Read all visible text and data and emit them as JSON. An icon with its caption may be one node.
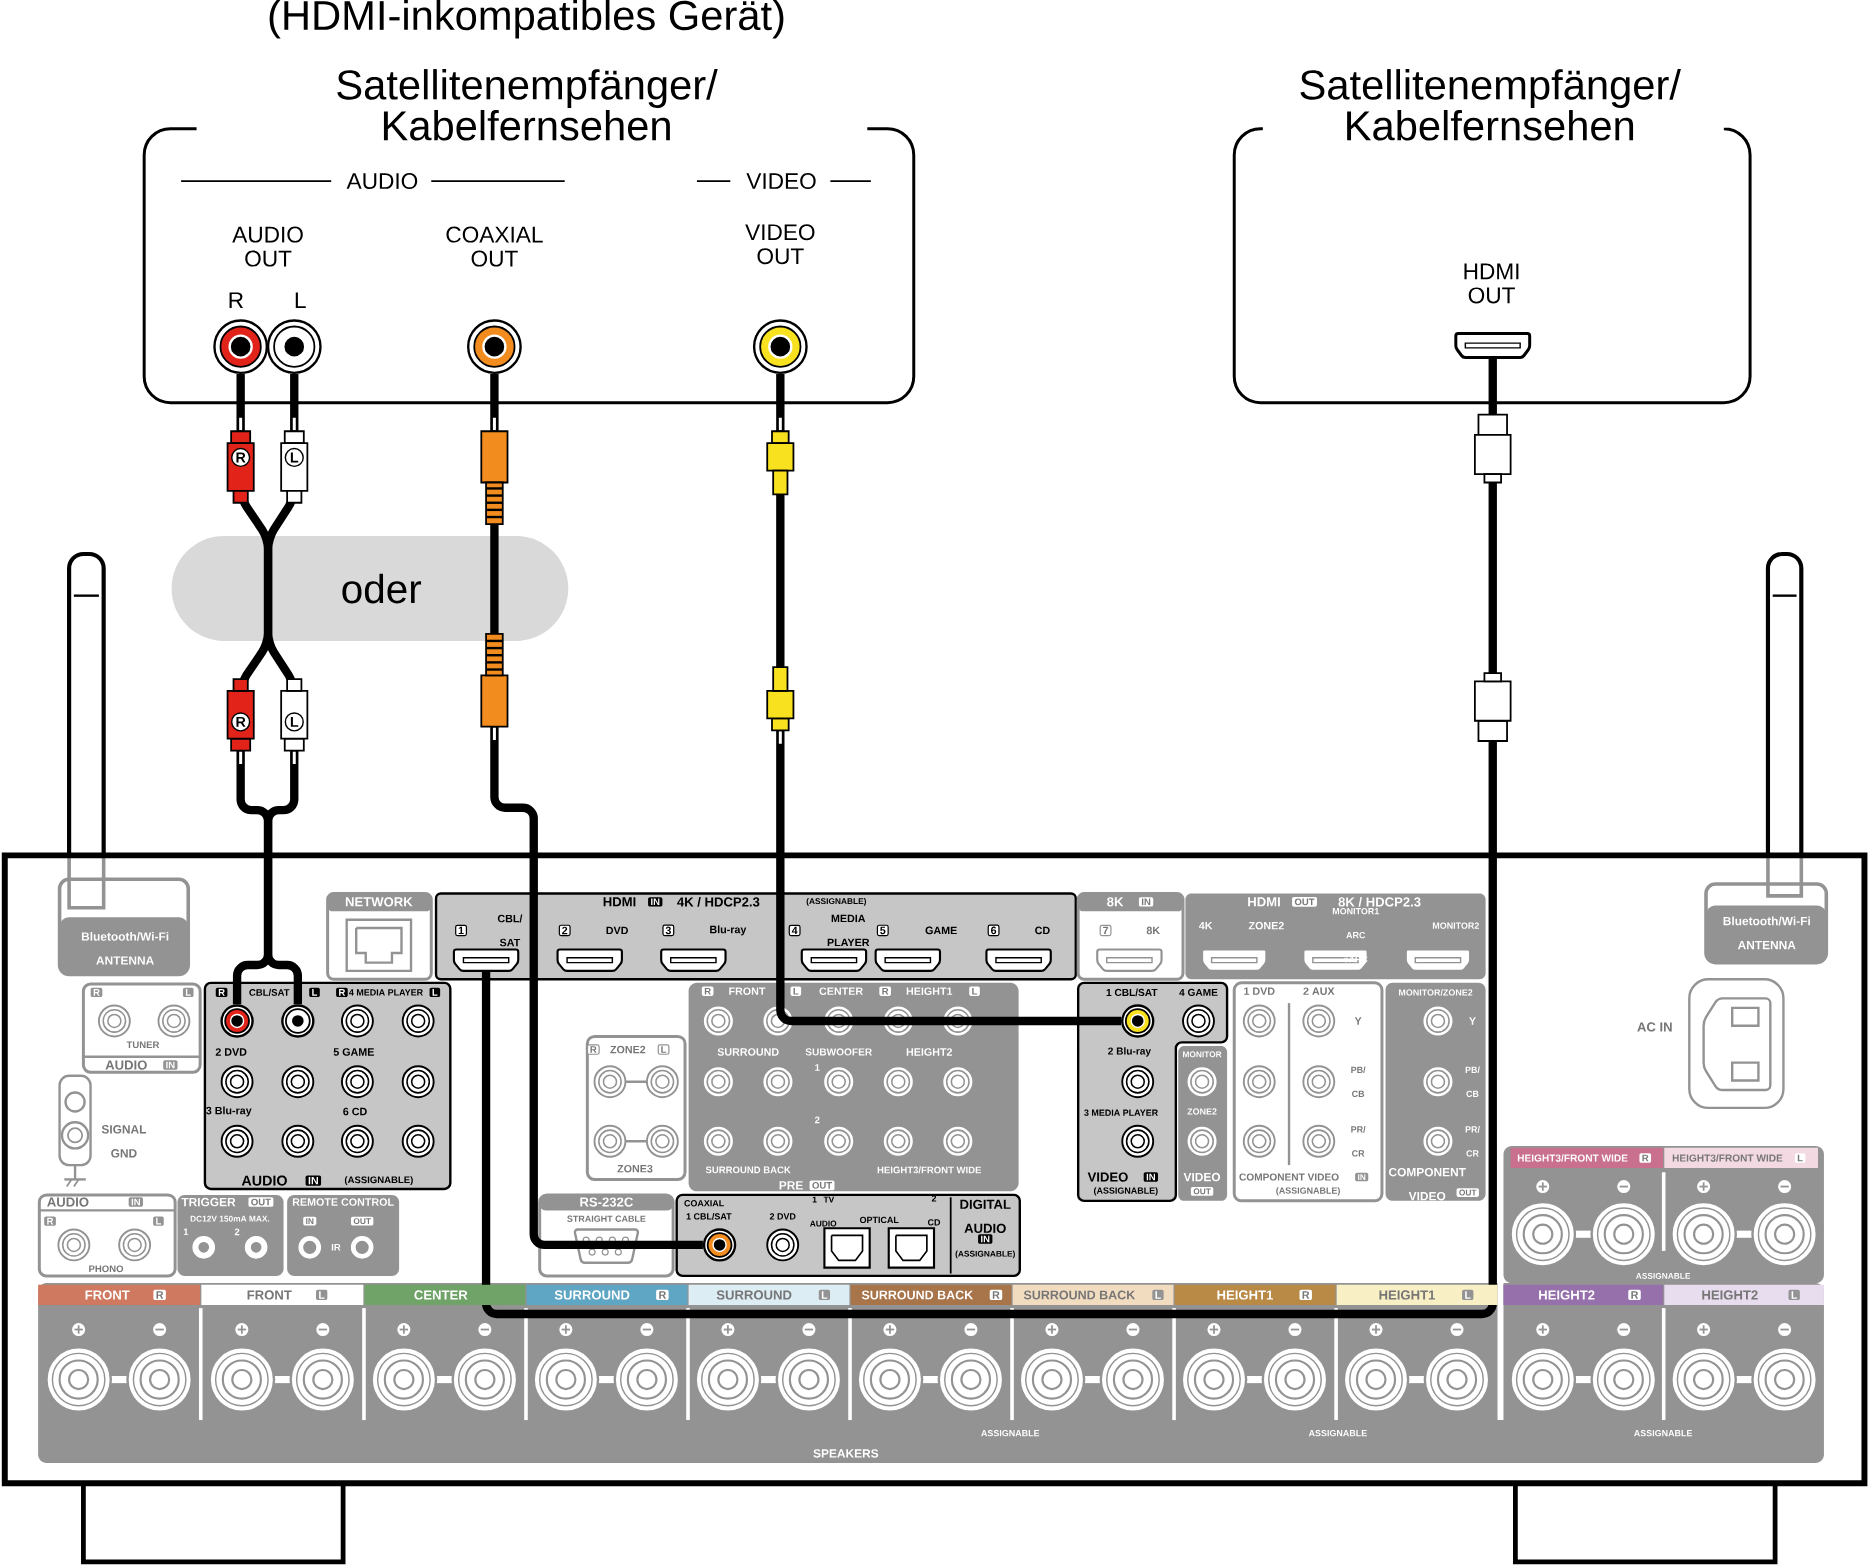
{
  "diagram": {
    "nodes": [
      {
        "text": [
          "(HDMI-inkompatibles Gerät)",
          "Satellitenempfänger/ Kabelfernsehen"
        ]
      },
      {
        "text": [],
        "shape": "circle",
        "in": 0
      },
      {
        "text": [],
        "shape": "circle",
        "in": 0
      },
      {
        "text": [],
        "shape": "circle",
        "in": 0,
        "beside": [
          "COAXIAL OUT"
        ]
      },
      {
        "text": [],
        "shape": "circle",
        "in": 0,
        "beside": [
          "VIDEO OUT"
        ]
      },
      {
        "text": [
          "Satellitenempfänger/ Kabelfernsehen"
        ]
      },
      {
        "text": [],
        "shape": "box",
        "in": 5,
        "beside": [
          "HDMI OUT"
        ]
      },
      {
        "text": [
          "oder"
        ]
      },
      {
        "text": [],
        "shape": "picture"
      },
      {
        "text": [],
        "shape": "circle",
        "in": 8
      },
      {
        "text": [],
        "shape": "circle",
        "in": 8
      },
      {
        "text": [],
        "shape": "box",
        "in": 8,
        "beside": [
          "CBL/ SAT"
        ]
      },
      {
        "text": [],
        "shape": "circle",
        "in": 8,
        "beside": [
          "1 CBL/SAT"
        ]
      },
      {
        "text": [],
        "shape": "circle",
        "in": 8
      },
      {
        "text": [],
        "shape": "box",
        "in": 8
      },
      {
        "text": [],
        "shape": "box",
        "in": 8
      },
      {
        "text": [],
        "shape": "box",
        "in": 8
      },
      {
        "text": [],
        "shape": "box",
        "in": 8
      },
      {
        "text": [],
        "shape": "box",
        "in": 8
      },
      {
        "text": [],
        "shape": "circle",
        "in": 8
      },
      {
        "text": [],
        "shape": "circle",
        "in": 8
      },
      {
        "text": [],
        "shape": "circle",
        "in": 8
      },
      {
        "text": [],
        "shape": "circle",
        "in": 8
      },
      {
        "text": [],
        "shape": "circle",
        "in": 8
      },
      {
        "text": [],
        "shape": "circle",
        "in": 8
      },
      {
        "text": [],
        "shape": "circle",
        "in": 8
      },
      {
        "text": [],
        "shape": "circle",
        "in": 8
      },
      {
        "text": [],
        "shape": "circle",
        "in": 8
      },
      {
        "text": [],
        "shape": "circle",
        "in": 8
      },
      {
        "text": [],
        "shape": "circle",
        "in": 8
      },
      {
        "text": [],
        "shape": "box",
        "in": 8
      },
      {
        "text": [],
        "shape": "box",
        "in": 8
      },
      {
        "text": [],
        "shape": "circle",
        "in": 8
      },
      {
        "text": [],
        "shape": "circle",
        "in": 8
      },
      {
        "text": [],
        "shape": "circle",
        "in": 8
      }
    ],
    "edges": [
      {
        "from": 1,
        "to": 9,
        "arrow": "none"
      },
      {
        "from": 2,
        "to": 10,
        "arrow": "none"
      },
      {
        "from": 3,
        "to": 13,
        "arrow": "none"
      },
      {
        "from": 4,
        "to": 12,
        "arrow": "none"
      },
      {
        "from": 6,
        "to": 11,
        "arrow": "none"
      }
    ],
    "labels": [
      "AUDIO",
      "VIDEO",
      "AUDIO OUT",
      "R",
      "L",
      "R",
      "L",
      "R",
      "L",
      "Bluetooth/Wi-Fi ANTENNA",
      "NETWORK",
      "HDMI",
      "IN",
      "4K / HDCP2.3",
      "(ASSIGNABLE)",
      "1",
      "2",
      "DVD",
      "3",
      "Blu-ray",
      "4",
      "MEDIA PLAYER",
      "5",
      "GAME",
      "6",
      "CD",
      "8K",
      "IN",
      "7",
      "8K",
      "HDMI",
      "OUT",
      "8K / HDCP2.3",
      "4K",
      "ZONE2",
      "MONITOR1 ARC eARC",
      "MONITOR2",
      "R",
      "CBL/SAT",
      "L",
      "R",
      "4 MEDIA PLAYER",
      "L",
      "2 DVD",
      "5 GAME",
      "3 Blu-ray",
      "6 CD",
      "AUDIO",
      "IN",
      "(ASSIGNABLE)",
      "R",
      "L",
      "TUNER",
      "AUDIO",
      "IN",
      "SIGNAL GND",
      "AUDIO",
      "IN",
      "R",
      "L",
      "PHONO",
      "TRIGGER",
      "OUT",
      "DC12V 150mA MAX.",
      "1",
      "2",
      "REMOTE CONTROL",
      "IN",
      "OUT",
      "IR",
      "RS-232C",
      "STRAIGHT CABLE",
      "COAXIAL",
      "1 CBL/SAT",
      "2 DVD",
      "1 TV AUDIO",
      "OPTICAL",
      "2 CD",
      "DIGITAL AUDIO",
      "IN",
      "(ASSIGNABLE)",
      "R",
      "ZONE2",
      "L",
      "ZONE3",
      "R",
      "FRONT",
      "L",
      "CENTER",
      "R",
      "HEIGHT1",
      "L",
      "SURROUND",
      "SUBWOOFER",
      "HEIGHT2",
      "1",
      "2",
      "SURROUND BACK",
      "HEIGHT3/FRONT WIDE",
      "PRE",
      "OUT",
      "4 GAME",
      "2 Blu-ray",
      "3 MEDIA PLAYER",
      "VIDEO",
      "IN",
      "(ASSIGNABLE)",
      "MONITOR",
      "ZONE2",
      "VIDEO",
      "OUT",
      "1 DVD",
      "2 AUX",
      "Y",
      "PB/ CB",
      "PR/ CR",
      "COMPONENT VIDEO",
      "IN",
      "(ASSIGNABLE)",
      "MONITOR/ZONE2",
      "Y",
      "PB/ CB",
      "PR/ CR",
      "COMPONENT VIDEO",
      "OUT",
      "Bluetooth/Wi-Fi ANTENNA",
      "AC IN",
      "HEIGHT3/FRONT WIDE",
      "R",
      "HEIGHT3/FRONT WIDE",
      "L",
      "ASSIGNABLE",
      "FRONT",
      "R",
      "FRONT",
      "L",
      "CENTER",
      "SURROUND",
      "R",
      "SURROUND",
      "L",
      "SURROUND BACK",
      "R",
      "SURROUND BACK",
      "L",
      "HEIGHT1",
      "R",
      "HEIGHT1",
      "L",
      "HEIGHT2",
      "R",
      "HEIGHT2",
      "L",
      "ASSIGNABLE",
      "ASSIGNABLE",
      "ASSIGNABLE",
      "SPEAKERS"
    ]
  }
}
